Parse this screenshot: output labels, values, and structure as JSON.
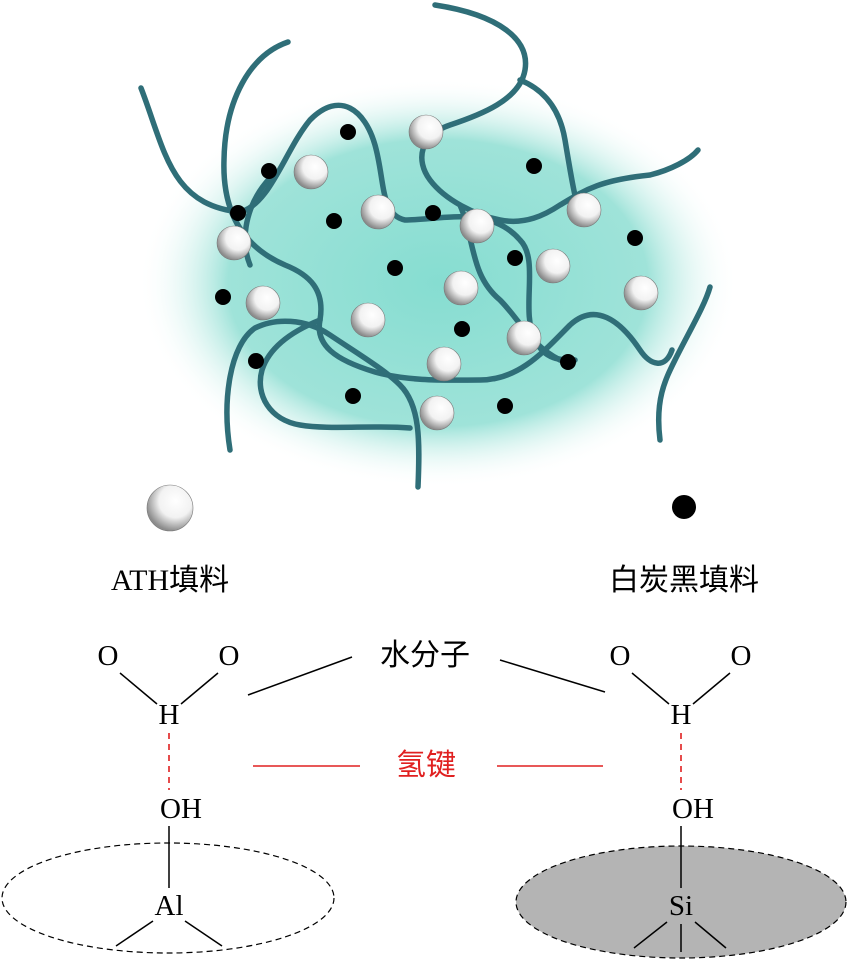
{
  "legend": {
    "ath_label": "ATH填料",
    "white_carbon_label": "白炭黑填料"
  },
  "bonding": {
    "water_label": "水分子",
    "hbond_label": "氢键",
    "left": {
      "o1": "O",
      "o2": "O",
      "h": "H",
      "oh": "OH",
      "center": "Al"
    },
    "right": {
      "o1": "O",
      "o2": "O",
      "h": "H",
      "oh": "OH",
      "center": "Si"
    }
  },
  "colors": {
    "matrix_glow": "#86ddd1",
    "chain": "#2f6e78",
    "hbond": "#e02020",
    "si_particle": "#b4b4b4"
  }
}
